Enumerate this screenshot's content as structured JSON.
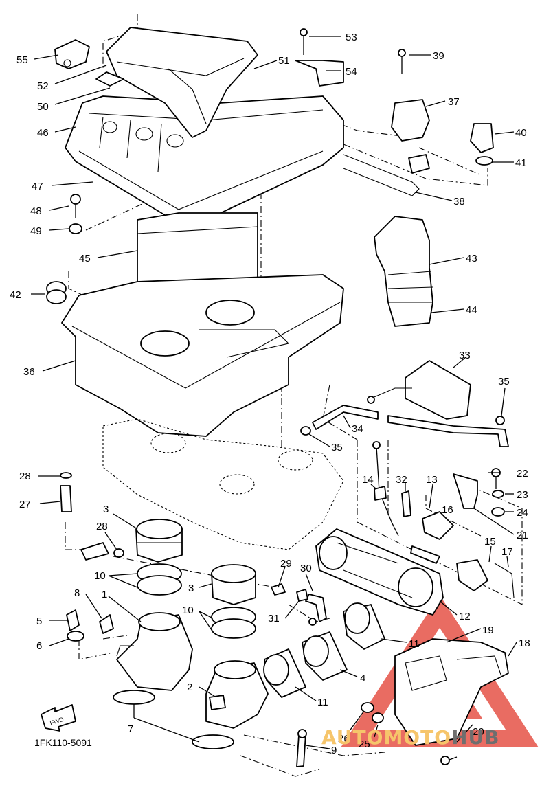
{
  "diagram": {
    "part_code": "1FK110-5091",
    "fwd_label": "FWD",
    "labels": [
      "55",
      "52",
      "50",
      "46",
      "47",
      "48",
      "49",
      "45",
      "42",
      "36",
      "53",
      "54",
      "51",
      "39",
      "37",
      "40",
      "41",
      "38",
      "43",
      "44",
      "33",
      "35",
      "34",
      "35",
      "28",
      "27",
      "3",
      "28",
      "10",
      "3",
      "29",
      "30",
      "31",
      "10",
      "8",
      "1",
      "5",
      "6",
      "7",
      "2",
      "14",
      "32",
      "13",
      "16",
      "22",
      "23",
      "24",
      "21",
      "15",
      "17",
      "12",
      "11",
      "11",
      "4",
      "19",
      "18",
      "26",
      "25",
      "9",
      "20"
    ]
  },
  "watermark": {
    "text_a": "AUTOMOTO",
    "text_b": "HUB",
    "color_a": "#f6c56b",
    "color_b": "#6e6e6e",
    "logo_color": "#e23b2e"
  }
}
